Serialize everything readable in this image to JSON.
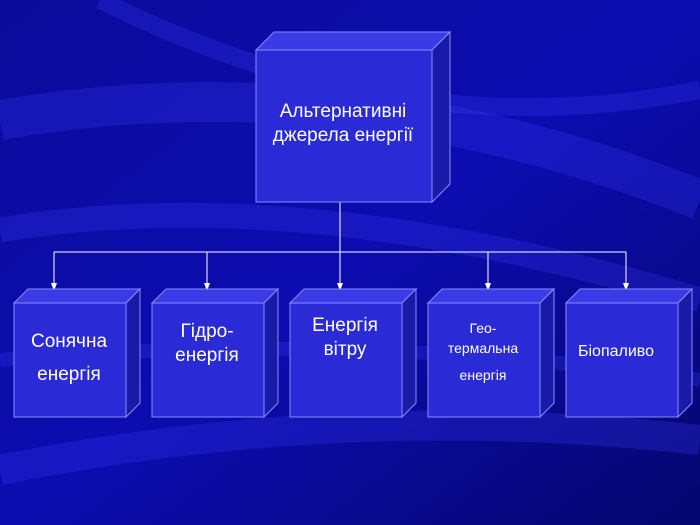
{
  "colors": {
    "background": "#0a0a8c",
    "box_front": "#2a2ad6",
    "box_top": "#3a3ae6",
    "box_side": "#1a1aa8",
    "box_edge": "#8a8aff",
    "connector": "#ffffff",
    "text": "#ffffff"
  },
  "root": {
    "line1": "Альтернативні",
    "line2": "джерела енергії"
  },
  "children": [
    {
      "line1": "Сонячна",
      "line2": "енергія"
    },
    {
      "line1": "Гідро-",
      "line2": "енергія"
    },
    {
      "line1": "Енергія",
      "line2": "вітру"
    },
    {
      "line1": "Гео-",
      "line2": "термальна",
      "line3": "енергія"
    },
    {
      "line1": "Біопаливо"
    }
  ]
}
